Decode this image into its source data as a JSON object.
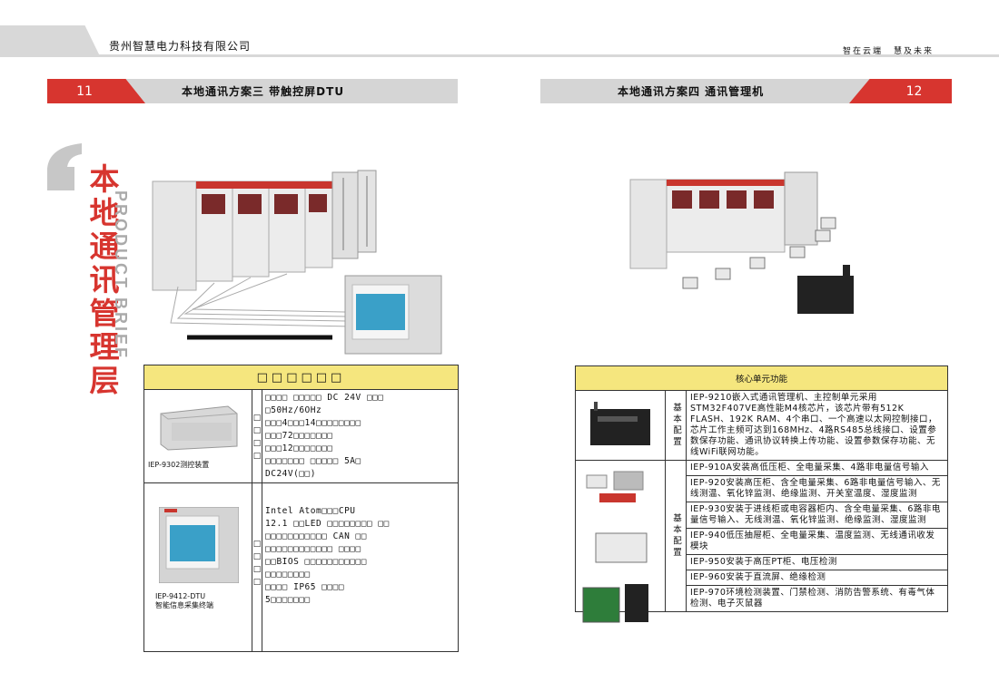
{
  "header": {
    "company": "贵州智慧电力科技有限公司",
    "slogan_1": "智在云端",
    "slogan_2": "慧及未来"
  },
  "left_page": {
    "page_number": "11",
    "section_title": "本地通讯方案三 带触控屏DTU",
    "vertical_title": "本地通讯管理层",
    "vertical_subtitle": "PRODUCT BRIEF",
    "table_title": "□□□□□□",
    "products": [
      {
        "model": "IEP-9302测控装置",
        "side_marks": [
          "□",
          "□",
          "□",
          "□"
        ],
        "lines": [
          "□□□□ □□□□□ DC 24V □□□",
          "□50Hz/6OHz",
          "□□□4□□□14□□□□□□□□",
          "□□□72□□□□□□□",
          "□□□12□□□□□□□",
          "□□□□□□□ □□□□□ 5A□",
          "DC24V(□□)"
        ]
      },
      {
        "model": "IEP-9412-DTU",
        "subtitle": "智能信息采集终端",
        "side_marks": [
          "□",
          "□",
          "□",
          "□"
        ],
        "lines": [
          "Intel Atom□□□CPU",
          "12.1 □□LED □□□□□□□□ □□",
          "□□□□□□□□□□□ CAN □□",
          "□□□□□□□□□□□□ □□□□",
          "□□BIOS □□□□□□□□□□□",
          "□□□□□□□□",
          "□□□□ IP65 □□□□",
          "5□□□□□□□"
        ]
      }
    ]
  },
  "right_page": {
    "page_number": "12",
    "section_title": "本地通讯方案四 通讯管理机",
    "table_title": "核心单元功能",
    "group_label_1": "基本配置",
    "group_label_2": "基本配置",
    "group1_features": [
      "IEP-9210嵌入式通讯管理机、主控制单元采用STM32F407VE高性能M4核芯片，该芯片带有512K FLASH、192K RAM、4个串口、一个高速以太网控制接口，芯片工作主频可达到168MHz、4路RS485总线接口、设置参数保存功能、通讯协议转换上传功能、设置参数保存功能、无线WiFi联网功能。"
    ],
    "group2_features": [
      "IEP-910A安装高低压柜、全电量采集、4路非电量信号输入",
      "IEP-920安装高压柜、含全电量采集、6路非电量信号输入、无线测温、氧化锌监测、绝缘监测、开关室温度、湿度监测",
      "IEP-930安装于进线柜或电容器柜内、含全电量采集、6路非电量信号输入、无线测温、氧化锌监测、绝缘监测、湿度监测",
      "IEP-940低压抽屉柜、全电量采集、温度监测、无线通讯收发模块",
      "IEP-950安装于高压PT柜、电压检测",
      "IEP-960安装于直流屏、绝缘检测",
      "IEP-970环境检测装置、门禁检测、消防告警系统、有毒气体检测、电子灭鼠器"
    ]
  },
  "colors": {
    "accent_red": "#d7352f",
    "bar_gray": "#d5d5d5",
    "table_header_yellow": "#f5e67e"
  }
}
